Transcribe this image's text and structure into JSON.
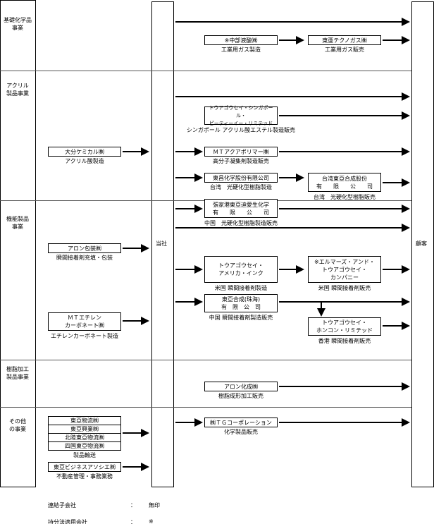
{
  "segments": [
    {
      "label": "基礎化学品\n事業"
    },
    {
      "label": "アクリル\n製品事業"
    },
    {
      "label": "機能製品\n事業"
    },
    {
      "label": "樹脂加工\n製品事業"
    },
    {
      "label": "その他\nの事業"
    }
  ],
  "company_label": "当社",
  "customer_label": "顧客",
  "companies": {
    "chubu": {
      "name": "※中部液酸㈱",
      "desc": "工業用ガス製造"
    },
    "techno": {
      "name": "東亜テクノガス㈱",
      "desc": "工業用ガス販売"
    },
    "singapore": {
      "name": "トウアゴウセイ・シンガポール・\nピーティーイー・リミテッド",
      "desc": "シンガポール アクリル酸エステル製造販売"
    },
    "oita": {
      "name": "大分ケミカル㈱",
      "desc": "アクリル酸製造"
    },
    "mtaqua": {
      "name": "ＭＴアクアポリマー㈱",
      "desc": "高分子凝集剤製造販売"
    },
    "tosho": {
      "name": "東昌化学股份有限公司",
      "desc": "台湾　光硬化型樹脂製造"
    },
    "taiwan": {
      "name": "台湾東亞合成股份\n有　　限　　公　　司",
      "desc": "台湾　光硬化型樹脂販売"
    },
    "zhangjiagang": {
      "name": "張家港東亞迪愛生化学\n有　　限　　公　　司",
      "desc": "中国　光硬化型樹脂製造販売"
    },
    "aronhoso": {
      "name": "アロン包装㈱",
      "desc": "瞬間接着剤充填・包装"
    },
    "america": {
      "name": "トウアゴウセイ・\nアメリカ・インク",
      "desc": "米国 瞬間接着剤製造"
    },
    "elmers": {
      "name": "※エルマーズ・アンド・\nトウアゴウセイ・\nカンパニー",
      "desc": "米国 瞬間接着剤販売"
    },
    "zhuhai": {
      "name": "東亞合成(珠海)\n有　限　公　司",
      "desc": "中国 瞬間接着剤製造販売"
    },
    "hongkong": {
      "name": "トウアゴウセイ・\nホンコン・リミテッド",
      "desc": "香港 瞬間接着剤販売"
    },
    "mtethylene": {
      "name": "ＭＴエチレン\nカーボネート㈱",
      "desc": "エチレンカーボネート製造"
    },
    "aronkasei": {
      "name": "アロン化成㈱",
      "desc": "樹脂成形加工販売"
    },
    "tg": {
      "name": "㈱ＴＧコーポレーション",
      "desc": "化学製品販売"
    },
    "logistics": {
      "names": [
        "東亞物流㈱",
        "東亞興業㈱",
        "北陸東亞物流㈱",
        "四国東亞物流㈱"
      ],
      "desc": "製品輸送"
    },
    "business": {
      "name": "東亞ビジネスアソシエ㈱",
      "desc": "不動産管理・事務業務"
    }
  },
  "legend": [
    {
      "label": "連結子会社",
      "sep": "：",
      "mark": "無印"
    },
    {
      "label": "持分法適用会社",
      "sep": "：",
      "mark": "※"
    }
  ]
}
